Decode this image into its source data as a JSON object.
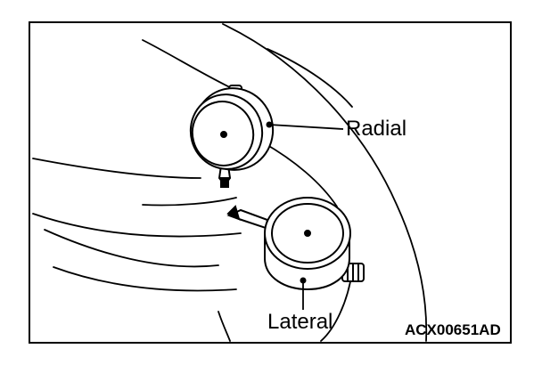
{
  "diagram": {
    "labels": {
      "radial": "Radial",
      "lateral": "Lateral",
      "figure_code": "ACX00651AD"
    },
    "parts": {
      "upper_gauge": "dial-indicator",
      "lower_gauge": "dial-indicator",
      "object": "tire"
    },
    "colors": {
      "line": "#000000",
      "background": "#ffffff"
    }
  }
}
